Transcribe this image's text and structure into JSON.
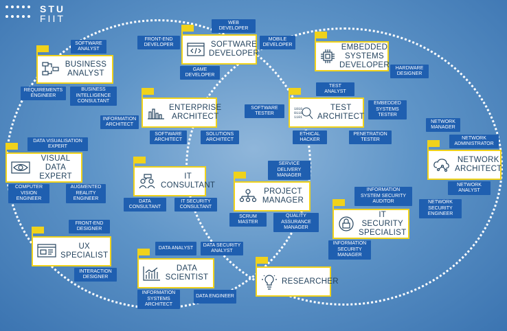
{
  "logo": {
    "line1": "STU",
    "line2": "FIIT"
  },
  "roles": {
    "business_analyst": {
      "title": "BUSINESS ANALYST",
      "icon": "flowchart-icon"
    },
    "software_developer": {
      "title": "SOFTWARE DEVELOPER",
      "icon": "code-window-icon"
    },
    "embedded_systems_developer": {
      "title": "EMBEDDED SYSTEMS DEVELOPER",
      "icon": "chip-icon"
    },
    "enterprise_architect": {
      "title": "ENTERPRISE ARCHITECT",
      "icon": "factory-icon"
    },
    "test_architect": {
      "title": "TEST ARCHITECT",
      "icon": "binary-magnifier-icon"
    },
    "visual_data_expert": {
      "title": "VISUAL DATA EXPERT",
      "icon": "eye-icon"
    },
    "it_consultant": {
      "title": "IT CONSULTANT",
      "icon": "people-chat-icon"
    },
    "network_architect": {
      "title": "NETWORK ARCHITECT",
      "icon": "network-cloud-icon"
    },
    "project_manager": {
      "title": "PROJECT MANAGER",
      "icon": "org-chart-icon"
    },
    "it_security_specialist": {
      "title": "IT SECURITY SPECIALIST",
      "icon": "lock-icon"
    },
    "ux_specialist": {
      "title": "UX SPECIALIST",
      "icon": "ui-window-icon"
    },
    "data_scientist": {
      "title": "DATA SCIENTIST",
      "icon": "bar-chart-icon"
    },
    "researcher": {
      "title": "RESEARCHER",
      "icon": "lightbulb-icon"
    }
  },
  "tags": {
    "software_analyst": "SOFTWARE ANALYST",
    "requirements_engineer": "REQUIREMENTS ENGINEER",
    "bi_consultant": "BUSINESS INTELLIGENCE CONSULTANT",
    "front_end_developer_top": "FRONT-END DEVELOPER",
    "web_developer": "WEB DEVELOPER",
    "mobile_developer": "MOBILE DEVELOPER",
    "game_developer": "GAME DEVELOPER",
    "hardware_designer": "HARDWARE DESIGNER",
    "test_analyst": "TEST ANALYST",
    "software_tester": "SOFTWARE TESTER",
    "embedded_systems_tester": "EMBEDDED SYSTEMS TESTER",
    "ethical_hacker": "ETHICAL HACKER",
    "penetration_tester": "PENETRATION TESTER",
    "information_architect": "INFORMATION ARCHITECT",
    "software_architect": "SOFTWARE ARCHITECT",
    "solutions_architect": "SOLUTIONS ARCHITECT",
    "data_visualisation_expert": "DATA VISUALISATION EXPERT",
    "computer_vision_engineer": "COMPUTER VISION ENGINEER",
    "augmented_reality_engineer": "AUGMENTED REALITY ENGINEER",
    "data_consultant": "DATA CONSULTANT",
    "it_security_consultant": "IT SECURITY CONSULTANT",
    "network_manager": "NETWORK MANAGER",
    "network_administrator": "NETWORK ADMINISTRATOR",
    "network_analyst": "NETWORK ANALYST",
    "network_security_engineer": "NETWORK SECURITY ENGINEER",
    "service_delivery_manager": "SERVICE DELIVERY MANAGER",
    "scrum_master": "SCRUM MASTER",
    "qa_manager": "QUALITY ASSURANCE MANAGER",
    "is_security_auditor": "INFORMATION SYSTEM SECURITY AUDITOR",
    "is_security_manager": "INFORMATION SECURITY MANAGER",
    "front_end_designer": "FRONT-END DESIGNER",
    "interaction_designer": "INTERACTION DESIGNER",
    "data_analyst": "DATA ANALYST",
    "data_security_analyst": "DATA SECURITY ANALYST",
    "is_architect": "INFORMATION SYSTEMS ARCHITECT",
    "data_engineer": "DATA ENGINEER"
  },
  "colors": {
    "accent": "#f0d21b",
    "tag_blue": "#1f5fb0",
    "title_text": "#24435e",
    "ring": "#ffffff"
  }
}
